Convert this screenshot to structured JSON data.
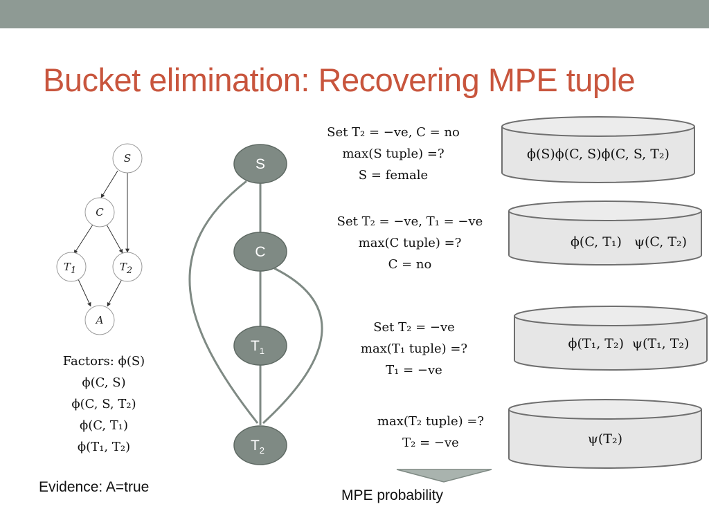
{
  "slide": {
    "title": "Bucket elimination: Recovering MPE tuple"
  },
  "network": {
    "nodes": [
      {
        "label": "S"
      },
      {
        "label": "C"
      },
      {
        "label": "T",
        "sub": "1"
      },
      {
        "label": "T",
        "sub": "2"
      },
      {
        "label": "A"
      }
    ]
  },
  "factors": {
    "lines": [
      "Factors: ϕ(S)",
      "ϕ(C, S)",
      "ϕ(C, S, T₂)",
      "ϕ(C, T₁)",
      "ϕ(T₁, T₂)"
    ]
  },
  "evidence": "Evidence: A=true",
  "chain": {
    "nodes": [
      {
        "label": "S",
        "sub": ""
      },
      {
        "label": "C",
        "sub": ""
      },
      {
        "label": "T",
        "sub": "1"
      },
      {
        "label": "T",
        "sub": "2"
      }
    ]
  },
  "steps": [
    [
      "Set T₂ = −ve, C = no",
      "max(S tuple) =?",
      "S = female"
    ],
    [
      "Set T₂ = −ve, T₁ = −ve",
      "max(C tuple) =?",
      "C = no"
    ],
    [
      "Set T₂ = −ve",
      "max(T₁ tuple) =?",
      "T₁ = −ve"
    ],
    [
      "max(T₂ tuple) =?",
      "T₂ = −ve"
    ]
  ],
  "buckets": [
    "ϕ(S)ϕ(C, S)ϕ(C, S, T₂)",
    "ϕ(C, T₁)   ψ(C, T₂)",
    "ϕ(T₁, T₂)  ψ(T₁, T₂)",
    "ψ(T₂)"
  ],
  "result_label": "MPE probability",
  "colors": {
    "topbar": "#8e9a94",
    "title": "#c8553d",
    "chain_node_fill": "#7f8a84",
    "bucket_fill": "#e6e6e6",
    "bucket_stroke": "#6f6f6f"
  }
}
